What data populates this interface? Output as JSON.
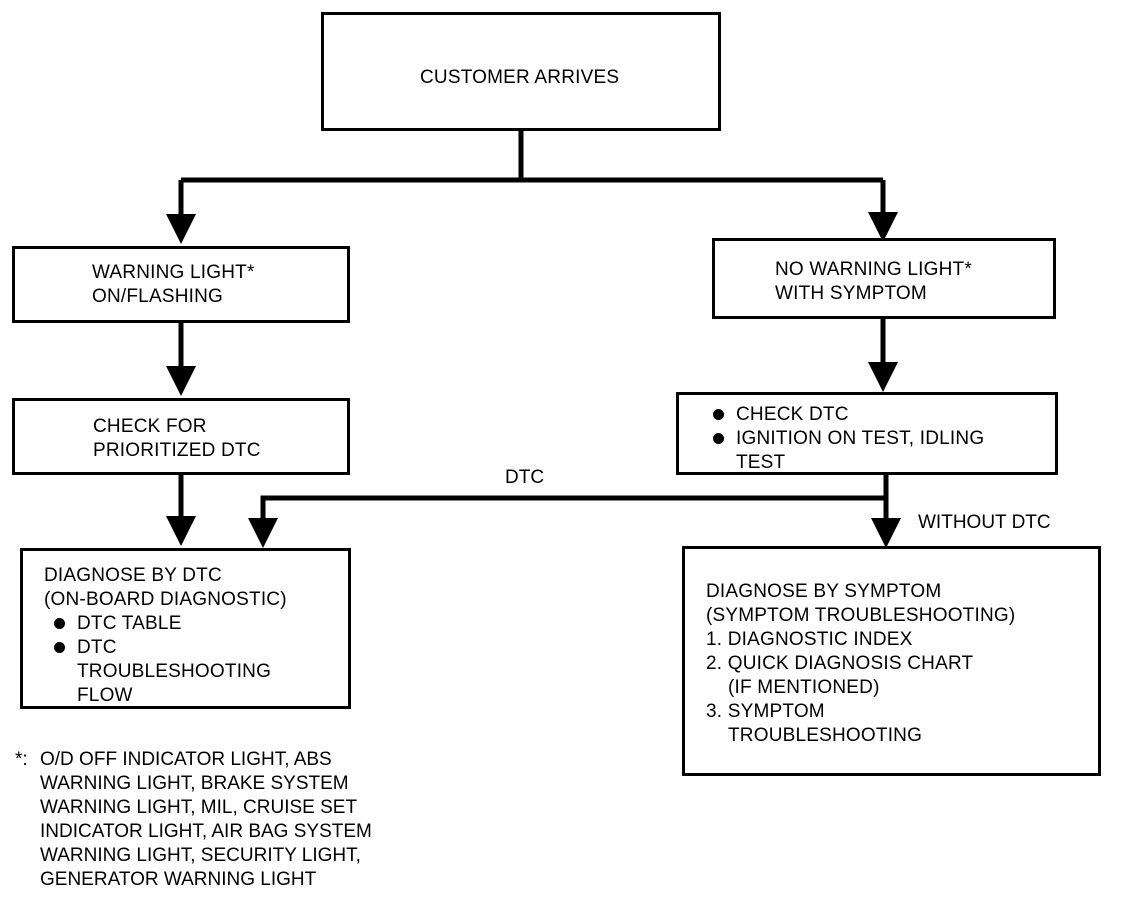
{
  "nodes": {
    "customer": "CUSTOMER ARRIVES",
    "warning_light": [
      "WARNING LIGHT*",
      "ON/FLASHING"
    ],
    "no_warning_light": [
      "NO WARNING LIGHT*",
      "WITH SYMPTOM"
    ],
    "check_prioritized": [
      "CHECK FOR",
      "PRIORITIZED DTC"
    ],
    "check_dtc": {
      "item1": "CHECK DTC",
      "item2": [
        "IGNITION ON TEST, IDLING",
        "TEST"
      ]
    },
    "diagnose_dtc": {
      "title": [
        "DIAGNOSE BY DTC",
        "(ON-BOARD DIAGNOSTIC)"
      ],
      "item1": "DTC TABLE",
      "item2": [
        "DTC",
        "TROUBLESHOOTING",
        "FLOW"
      ]
    },
    "diagnose_symptom": {
      "lines": [
        "DIAGNOSE BY SYMPTOM",
        "(SYMPTOM TROUBLESHOOTING)",
        "1. DIAGNOSTIC INDEX",
        "2. QUICK DIAGNOSIS CHART",
        "(IF MENTIONED)",
        "3. SYMPTOM",
        "TROUBLESHOOTING"
      ]
    }
  },
  "edge_labels": {
    "dtc": "DTC",
    "without_dtc": "WITHOUT DTC"
  },
  "footnote": {
    "marker": "*:",
    "lines": [
      "O/D OFF INDICATOR LIGHT, ABS",
      "WARNING LIGHT, BRAKE SYSTEM",
      "WARNING LIGHT, MIL, CRUISE SET",
      "INDICATOR LIGHT, AIR BAG SYSTEM",
      "WARNING LIGHT, SECURITY LIGHT,",
      "GENERATOR WARNING LIGHT"
    ]
  }
}
